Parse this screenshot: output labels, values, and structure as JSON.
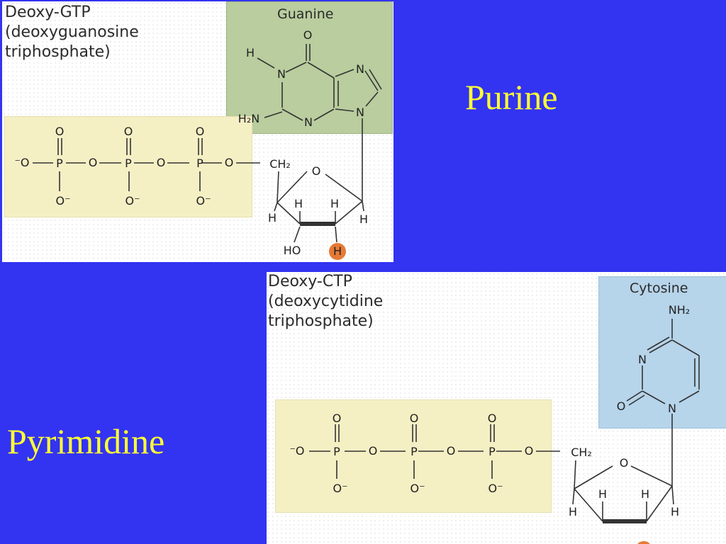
{
  "slide": {
    "background": "#3333f2",
    "label_color": "#ffff33",
    "purine_label": "Purine",
    "pyrimidine_label": "Pyrimidine"
  },
  "gtp": {
    "title_line1": "Deoxy-GTP",
    "title_line2": "(deoxyguanosine",
    "title_line3": "triphosphate)",
    "base_name": "Guanine",
    "atoms": {
      "o_carbonyl": "O",
      "h_n1": "H",
      "n1": "N",
      "n7": "N",
      "n9": "N",
      "n3": "N",
      "amino": "H₂N",
      "o_minus_left": "⁻O",
      "p1": "P",
      "p2": "P",
      "p3": "P",
      "o_bridge1": "O",
      "o_bridge2": "O",
      "o_bridge3": "O",
      "o_top1": "O",
      "o_top2": "O",
      "o_top3": "O",
      "o_bot1": "O⁻",
      "o_bot2": "O⁻",
      "o_bot3": "O⁻",
      "ch2": "CH₂",
      "ring_o": "O",
      "h4": "H",
      "h3": "H",
      "h2": "H",
      "h1": "H",
      "ho": "HO",
      "h_highlight": "H"
    }
  },
  "ctp": {
    "title_line1": "Deoxy-CTP",
    "title_line2": "(deoxycytidine",
    "title_line3": "triphosphate)",
    "base_name": "Cytosine",
    "atoms": {
      "nh2": "NH₂",
      "n3": "N",
      "o2": "O",
      "n1": "N",
      "o_minus_left": "⁻O",
      "p1": "P",
      "p2": "P",
      "p3": "P",
      "o_bridge1": "O",
      "o_bridge2": "O",
      "o_bridge3": "O",
      "o_top1": "O",
      "o_top2": "O",
      "o_top3": "O",
      "o_bot1": "O⁻",
      "o_bot2": "O⁻",
      "o_bot3": "O⁻",
      "ch2": "CH₂",
      "ring_o": "O",
      "h4": "H",
      "h3": "H",
      "h2": "H",
      "h1": "H"
    }
  },
  "colors": {
    "guanine_box": "#b9cd9e",
    "phosphate_box": "#f5efc4",
    "cytosine_box": "#b6d4ea",
    "highlight_h": "#e57a35"
  }
}
